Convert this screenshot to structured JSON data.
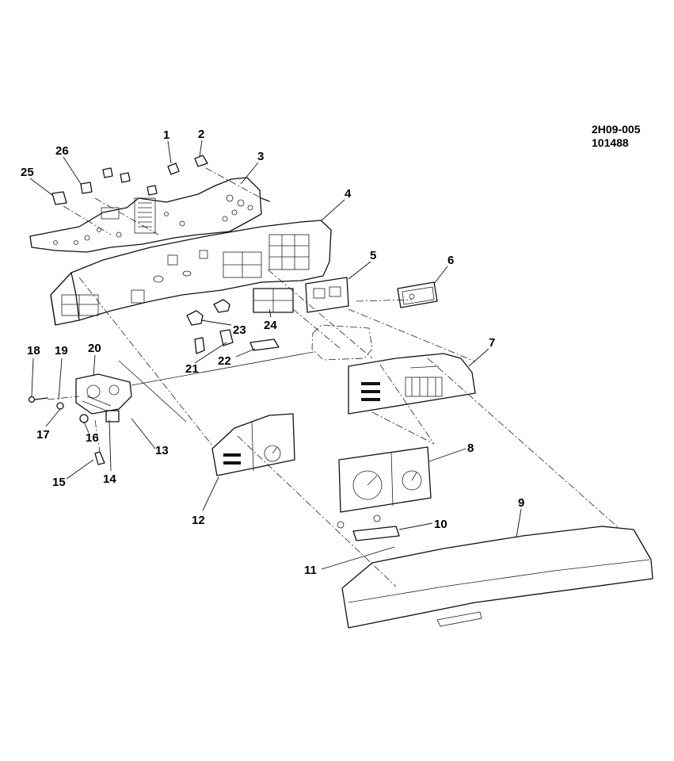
{
  "figure_code": {
    "line1": "2H09-005",
    "line2": "101488"
  },
  "callouts": [
    {
      "num": "1"
    },
    {
      "num": "2"
    },
    {
      "num": "3"
    },
    {
      "num": "4"
    },
    {
      "num": "5"
    },
    {
      "num": "6"
    },
    {
      "num": "7"
    },
    {
      "num": "8"
    },
    {
      "num": "9"
    },
    {
      "num": "10"
    },
    {
      "num": "11"
    },
    {
      "num": "12"
    },
    {
      "num": "13"
    },
    {
      "num": "14"
    },
    {
      "num": "15"
    },
    {
      "num": "16"
    },
    {
      "num": "17"
    },
    {
      "num": "18"
    },
    {
      "num": "19"
    },
    {
      "num": "20"
    },
    {
      "num": "21"
    },
    {
      "num": "22"
    },
    {
      "num": "23"
    },
    {
      "num": "24"
    },
    {
      "num": "25"
    },
    {
      "num": "26"
    }
  ]
}
